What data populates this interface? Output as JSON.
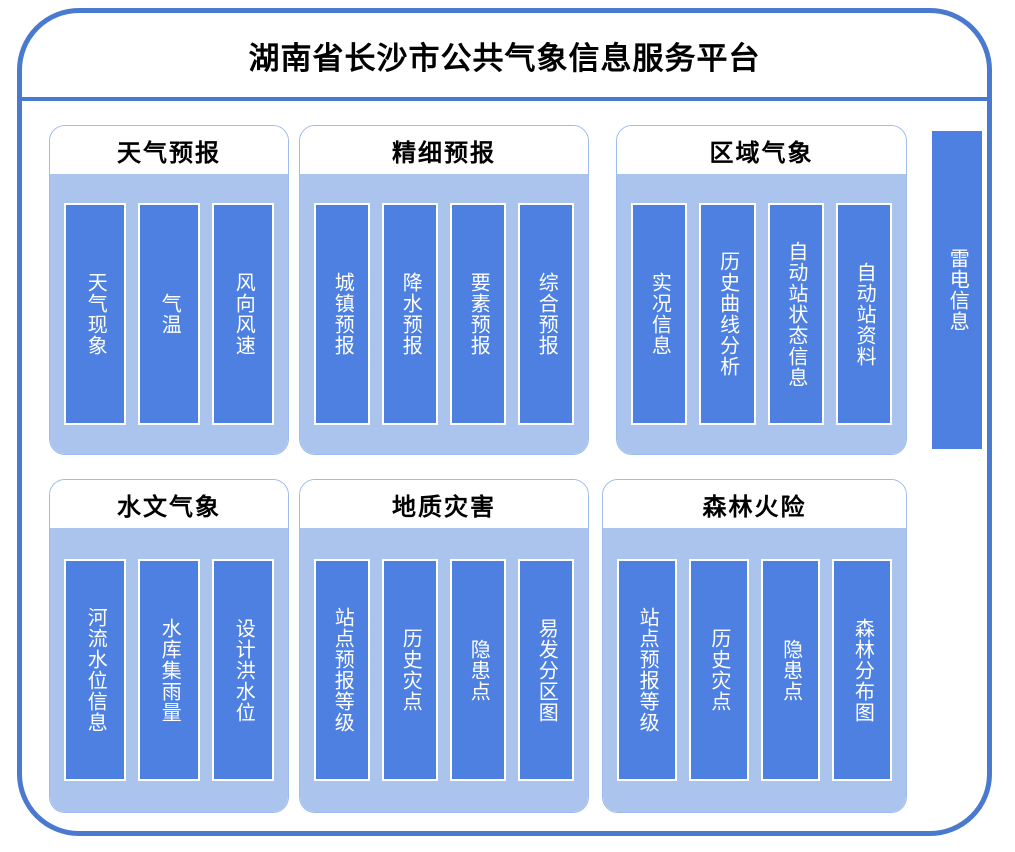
{
  "platform": {
    "title": "湖南省长沙市公共气象信息服务平台",
    "accent_color": "#4a7ad0",
    "panel_color": "#aac4ee",
    "item_color": "#4e80e2"
  },
  "side_bar": {
    "label": "雷电信息"
  },
  "groups": [
    {
      "id": "weather-forecast",
      "title": "天气预报",
      "items": [
        {
          "label": "天气现象"
        },
        {
          "label": "气温"
        },
        {
          "label": "风向风速"
        }
      ]
    },
    {
      "id": "fine-forecast",
      "title": "精细预报",
      "items": [
        {
          "label": "城镇预报"
        },
        {
          "label": "降水预报"
        },
        {
          "label": "要素预报"
        },
        {
          "label": "综合预报"
        }
      ]
    },
    {
      "id": "regional-meteorology",
      "title": "区域气象",
      "items": [
        {
          "label": "实况信息"
        },
        {
          "label": "历史曲线分析"
        },
        {
          "label": "自动站状态信息"
        },
        {
          "label": "自动站资料"
        }
      ]
    },
    {
      "id": "hydro-meteorology",
      "title": "水文气象",
      "items": [
        {
          "label": "河流水位信息"
        },
        {
          "label": "水库集雨量"
        },
        {
          "label": "设计洪水位"
        }
      ]
    },
    {
      "id": "geological-hazard",
      "title": "地质灾害",
      "items": [
        {
          "label": "站点预报等级"
        },
        {
          "label": "历史灾点"
        },
        {
          "label": "隐患点"
        },
        {
          "label": "易发分区图"
        }
      ]
    },
    {
      "id": "forest-fire-risk",
      "title": "森林火险",
      "items": [
        {
          "label": "站点预报等级"
        },
        {
          "label": "历史灾点"
        },
        {
          "label": "隐患点"
        },
        {
          "label": "森林分布图"
        }
      ]
    }
  ]
}
